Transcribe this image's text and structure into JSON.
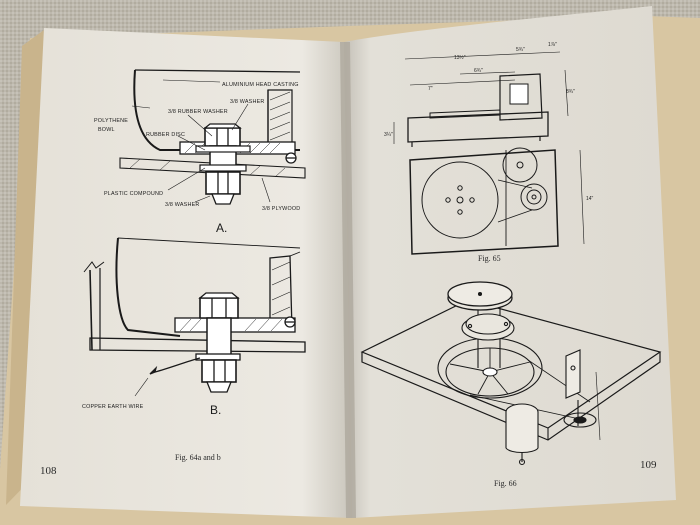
{
  "left_page": {
    "page_number": "108",
    "caption": "Fig. 64a and b",
    "fig_a": {
      "letter": "A.",
      "labels": [
        "ALUMINIUM HEAD CASTING",
        "3/8 RUBBER WASHER",
        "3/8 WASHER",
        "POLYTHENE",
        "BOWL",
        "RUBBER DISC",
        "PLASTIC COMPOUND",
        "3/8 WASHER",
        "3/8 PLYWOOD"
      ]
    },
    "fig_b": {
      "letter": "B.",
      "labels": [
        "COPPER EARTH WIRE"
      ]
    }
  },
  "right_page": {
    "page_number": "109",
    "fig65": {
      "caption": "Fig. 65",
      "dimensions": [
        "13½\"",
        "5¾\"",
        "1⅞\"",
        "7\"",
        "6¾\"",
        "8¾\"",
        "3¼\"",
        "14\""
      ]
    },
    "fig66": {
      "caption": "Fig. 66"
    }
  }
}
